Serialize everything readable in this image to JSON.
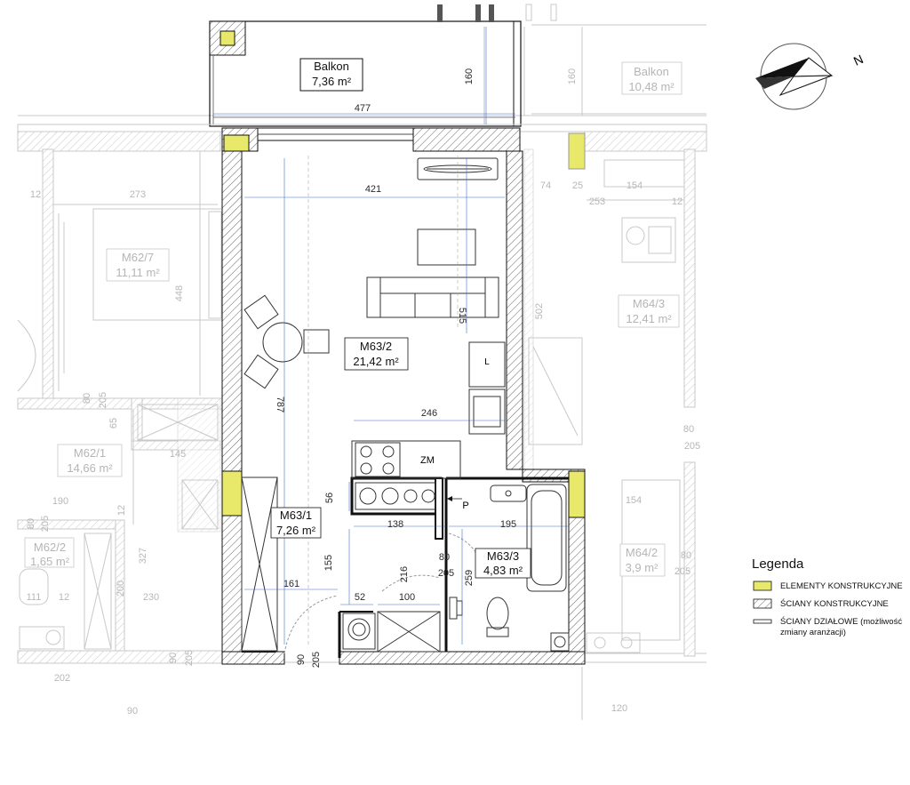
{
  "rooms": {
    "balkon_main": {
      "name": "Balkon",
      "area": "7,36 m²"
    },
    "balkon_right": {
      "name": "Balkon",
      "area": "10,48 m²"
    },
    "m63_2": {
      "name": "M63/2",
      "area": "21,42 m²"
    },
    "m63_1": {
      "name": "M63/1",
      "area": "7,26 m²"
    },
    "m63_3": {
      "name": "M63/3",
      "area": "4,83 m²"
    },
    "m62_7": {
      "name": "M62/7",
      "area": "11,11 m²"
    },
    "m62_1": {
      "name": "M62/1",
      "area": "14,66 m²"
    },
    "m62_2": {
      "name": "M62/2",
      "area": "1,65 m²"
    },
    "m64_3": {
      "name": "M64/3",
      "area": "12,41 m²"
    },
    "m64_2": {
      "name": "M64/2",
      "area": "3,9 m²"
    }
  },
  "dimensions": {
    "balkon_width": "477",
    "balkon_depth": "160",
    "balkon_right_depth": "160",
    "room_width": "421",
    "room_height": "787",
    "kitchen_height": "515",
    "kitchen_run": "246",
    "counter_depth": "56",
    "hall_width": "138",
    "hall_depth": "155",
    "hall_entry": "161",
    "bath_width": "195",
    "bath_depth": "259",
    "door_width": "80",
    "door_height": "205",
    "door_side": "216",
    "closet_a": "52",
    "closet_b": "100",
    "entry_w": "90",
    "entry_h": "205",
    "left_12": "12",
    "left_273": "273",
    "left_448": "448",
    "left_80": "80",
    "left_205": "205",
    "left_65": "65",
    "left_145": "145",
    "left_190": "190",
    "left_80b": "80",
    "left_205b": "205",
    "left_12b": "12",
    "left_327": "327",
    "left_200": "200",
    "left_230": "230",
    "left_111": "111",
    "left_12c": "12",
    "left_90": "90",
    "left_205c": "205",
    "left_202": "202",
    "left_90b": "90",
    "right_74": "74",
    "right_25": "25",
    "right_154": "154",
    "right_253": "253",
    "right_12": "12",
    "right_502": "502",
    "right_80": "80",
    "right_205": "205",
    "right_154b": "154",
    "right_80b": "80",
    "right_205b": "205",
    "right_120": "120"
  },
  "fixture_labels": {
    "zm": "ZM",
    "l": "L",
    "p": "P"
  },
  "compass": {
    "label": "N"
  },
  "legend": {
    "title": "Legenda",
    "items": [
      {
        "label": "ELEMENTY KONSTRUKCYJNE",
        "color": "#e8e86a"
      },
      {
        "label": "ŚCIANY KONSTRUKCYJNE"
      },
      {
        "label": "ŚCIANY DZIAŁOWE (możliwość",
        "label2": "zmiany aranżacji)"
      }
    ]
  },
  "colors": {
    "structural": "#e8e86a",
    "wall": "#1a1a1a",
    "ghost": "#c8c8c8"
  }
}
